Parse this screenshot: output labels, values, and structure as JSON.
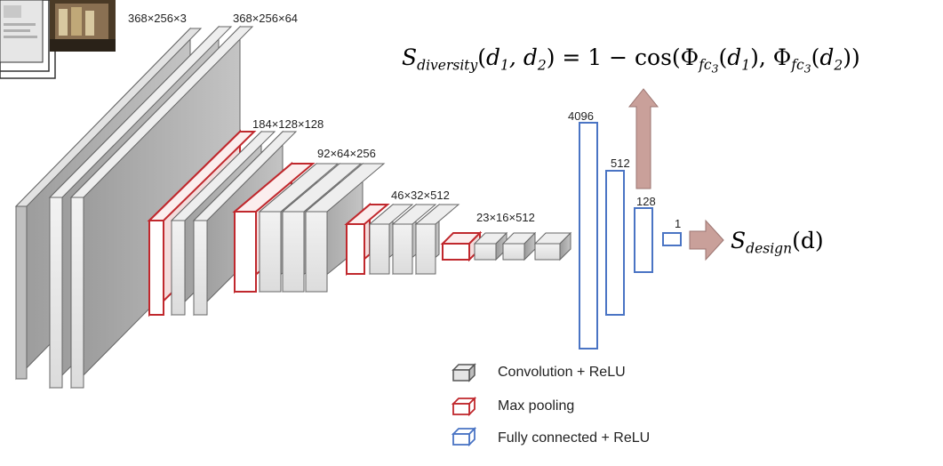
{
  "diagram": {
    "size_labels": {
      "input": "368×256×3",
      "conv1": "368×256×64",
      "conv2": "184×128×128",
      "conv3": "92×64×256",
      "conv4": "46×32×512",
      "conv5": "23×16×512",
      "fc1": "4096",
      "fc2": "512",
      "fc3": "128",
      "out": "1"
    },
    "formulas": {
      "diversity": {
        "lhs": "S",
        "lhs_sub": "diversity",
        "args": "(d",
        "eq": "1 − cos(Φ",
        "fc": "fc",
        "three": "3"
      },
      "design": {
        "s": "S",
        "sub": "design",
        "arg": "(d)"
      }
    },
    "legend": [
      {
        "label": "Convolution + ReLU",
        "kind": "conv"
      },
      {
        "label": "Max pooling",
        "kind": "pool"
      },
      {
        "label": "Fully connected + ReLU",
        "kind": "fc"
      }
    ],
    "colors": {
      "conv_stroke": "#555555",
      "pool_stroke": "#c0282d",
      "fc_stroke": "#4a74c4",
      "arrow": "#c9a09a"
    }
  }
}
